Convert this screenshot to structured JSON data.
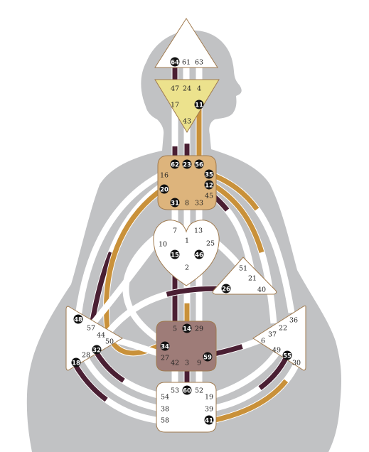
{
  "colors": {
    "silhouette": "#c1c2c4",
    "channel_base": "#ffffff",
    "design": "#c9913a",
    "personality": "#4a1f33",
    "mixed_personality": "#5b2a3b",
    "head_fill": "#ffffff",
    "ajna_fill": "#ece28d",
    "throat_fill": "#ddb47c",
    "g_fill": "#ffffff",
    "sacral_fill": "#9e7c78",
    "root_fill": "#ffffff",
    "spleen_fill": "#ffffff",
    "solar_plexus_fill": "#ffffff",
    "ego_fill": "#ffffff",
    "center_border": "#a07a4e",
    "active_gate_dot": "#111111"
  },
  "centers": {
    "head": {
      "gates": [
        "64",
        "61",
        "63"
      ],
      "active": [
        "64"
      ]
    },
    "ajna": {
      "gates": [
        "47",
        "24",
        "4",
        "17",
        "11",
        "43"
      ],
      "active": [
        "11"
      ]
    },
    "throat": {
      "gates": [
        "62",
        "23",
        "56",
        "16",
        "35",
        "20",
        "12",
        "45",
        "31",
        "8",
        "33"
      ],
      "active": [
        "62",
        "23",
        "56",
        "35",
        "20",
        "12",
        "31"
      ]
    },
    "g": {
      "gates": [
        "7",
        "1",
        "13",
        "10",
        "25",
        "15",
        "46",
        "2"
      ],
      "active": [
        "15",
        "46"
      ]
    },
    "ego": {
      "gates": [
        "51",
        "21",
        "26",
        "40"
      ],
      "active": [
        "26"
      ]
    },
    "spleen": {
      "gates": [
        "48",
        "57",
        "44",
        "50",
        "32",
        "28",
        "18"
      ],
      "active": [
        "48",
        "32",
        "18"
      ]
    },
    "sacral": {
      "gates": [
        "5",
        "14",
        "29",
        "34",
        "27",
        "59",
        "42",
        "3",
        "9"
      ],
      "active": [
        "14",
        "34",
        "59"
      ]
    },
    "solar_plexus": {
      "gates": [
        "36",
        "22",
        "37",
        "6",
        "49",
        "55",
        "30"
      ],
      "active": [
        "55"
      ]
    },
    "root": {
      "gates": [
        "53",
        "60",
        "52",
        "54",
        "19",
        "38",
        "39",
        "58",
        "41"
      ],
      "active": [
        "60",
        "41"
      ]
    }
  }
}
